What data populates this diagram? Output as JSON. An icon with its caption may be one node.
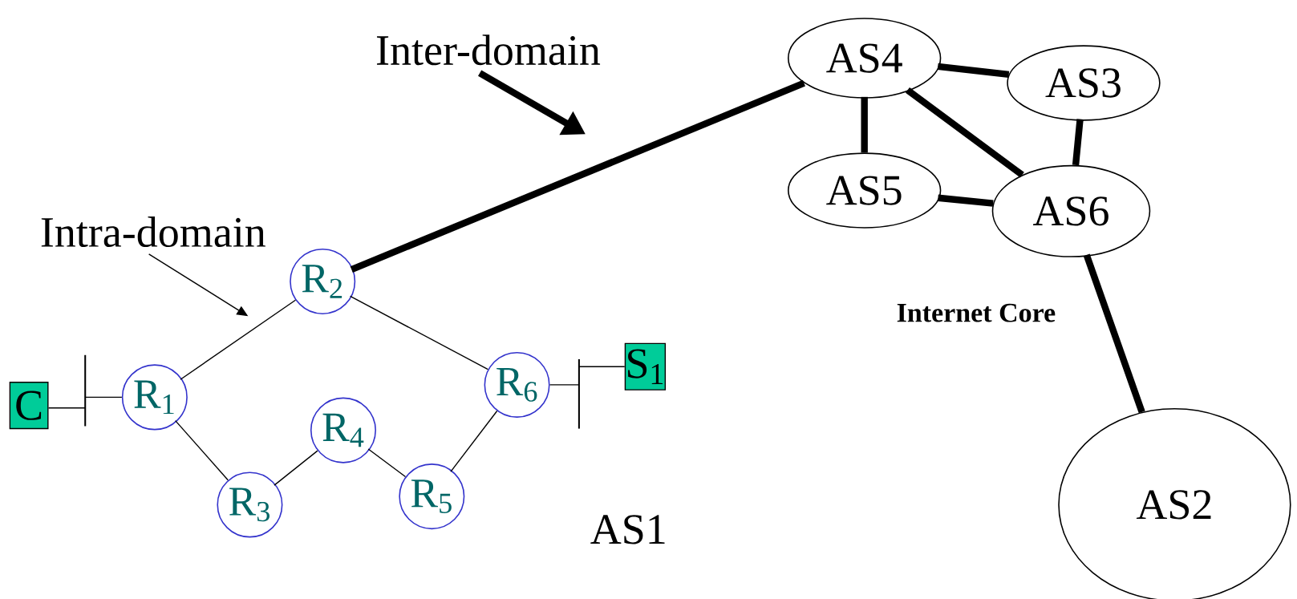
{
  "diagram": {
    "nodes": [
      {
        "text": [
          "Inter-domain"
        ]
      },
      {
        "text": [
          "AS4"
        ]
      },
      {
        "text": [
          "AS3"
        ]
      },
      {
        "text": [
          "AS5"
        ]
      },
      {
        "text": [
          "AS6"
        ]
      },
      {
        "text": [
          "Intra-domain"
        ]
      },
      {
        "text": [
          "R$_{2}$"
        ]
      },
      {
        "text": [
          "C"
        ]
      },
      {
        "text": [],
        "shape": "bar"
      },
      {
        "text": [
          "R$_{1}$"
        ]
      },
      {
        "text": [
          "R$_{4}$"
        ]
      },
      {
        "text": [
          "R$_{6}$"
        ]
      },
      {
        "text": [],
        "shape": "bar"
      },
      {
        "text": [
          "S$_{1}$"
        ]
      },
      {
        "text": [
          "R$_{3}$"
        ]
      },
      {
        "text": [
          "R$_{5}$"
        ]
      },
      {
        "text": [
          "AS2"
        ]
      }
    ],
    "edges": [
      {
        "from": 0,
        "to": null,
        "arrow": "to",
        "style": "thick"
      },
      {
        "from": 5,
        "to": null,
        "arrow": "to"
      },
      {
        "from": 6,
        "to": 1,
        "arrow": "none",
        "style": "thick"
      },
      {
        "from": 1,
        "to": 2,
        "arrow": "none",
        "style": "thick"
      },
      {
        "from": 1,
        "to": 3,
        "arrow": "none",
        "style": "thick"
      },
      {
        "from": 1,
        "to": 4,
        "arrow": "none",
        "style": "thick"
      },
      {
        "from": 2,
        "to": 4,
        "arrow": "none",
        "style": "thick"
      },
      {
        "from": 3,
        "to": 4,
        "arrow": "none",
        "style": "thick"
      },
      {
        "from": 4,
        "to": 16,
        "arrow": "none",
        "style": "thick"
      },
      {
        "from": 9,
        "to": 6,
        "arrow": "none"
      },
      {
        "from": 6,
        "to": 11,
        "arrow": "none"
      },
      {
        "from": 9,
        "to": 14,
        "arrow": "none"
      },
      {
        "from": 14,
        "to": 10,
        "arrow": "none"
      },
      {
        "from": 10,
        "to": 15,
        "arrow": "none"
      },
      {
        "from": 15,
        "to": 11,
        "arrow": "none"
      },
      {
        "from": 7,
        "to": 8,
        "arrow": "none"
      },
      {
        "from": 8,
        "to": 9,
        "arrow": "none"
      },
      {
        "from": 11,
        "to": 12,
        "arrow": "none"
      },
      {
        "from": 12,
        "to": 13,
        "arrow": "none"
      }
    ],
    "labels": [
      "Internet Core",
      "AS1"
    ]
  }
}
